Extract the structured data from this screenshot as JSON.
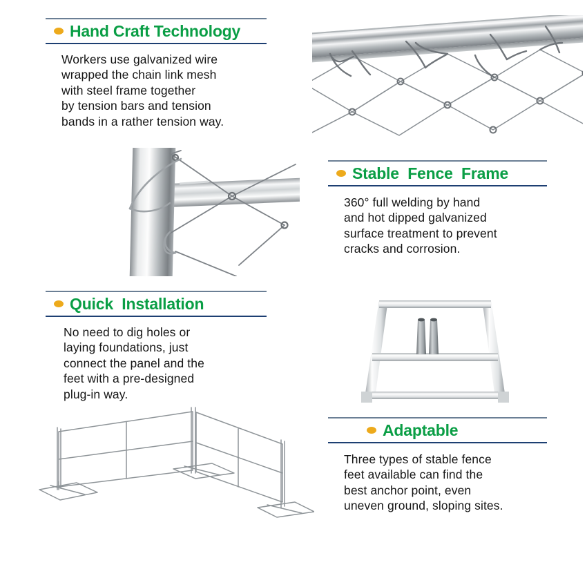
{
  "palette": {
    "heading_green": "#0a9e45",
    "bullet_orange": "#edaa1c",
    "rule_top_gray_blue": "#6b7f95",
    "rule_bottom_navy": "#1d3f72",
    "body_text": "#161616",
    "background": "#ffffff",
    "metal_light": "#f2f3f4",
    "metal_mid": "#b9bdc0",
    "metal_dark": "#6e7377",
    "line_art": "#8d9296"
  },
  "features": [
    {
      "id": "hand-craft",
      "bullet": "bullet-dot-icon",
      "title": "Hand Craft Technology",
      "body": "Workers use galvanized wire\nwrapped the chain link mesh\nwith steel frame together\nby tension bars and tension\nbands in a rather tension way."
    },
    {
      "id": "stable-frame",
      "bullet": "bullet-dot-icon",
      "title": "Stable  Fence  Frame",
      "body": "360° full welding by hand\nand hot dipped galvanized\nsurface treatment to prevent\ncracks and corrosion."
    },
    {
      "id": "quick-install",
      "bullet": "bullet-dot-icon",
      "title": "Quick  Installation",
      "body": "No need to dig holes or\nlaying foundations, just\nconnect the panel and the\nfeet with a pre-designed\nplug-in way."
    },
    {
      "id": "adaptable",
      "bullet": "bullet-dot-icon",
      "title": "Adaptable",
      "body": "Three types of stable fence\nfeet available can find the\nbest anchor point, even\nuneven ground, sloping sites."
    }
  ],
  "photos": [
    {
      "id": "mesh-top",
      "name": "chain-link-mesh-on-top-rail-photo",
      "alt": "Galvanized top rail tube with chain link mesh wire wrapped and tied around it"
    },
    {
      "id": "weld-joint",
      "name": "welded-tube-joint-photo",
      "alt": "Welded T joint of vertical post and horizontal rail with chain link mesh"
    },
    {
      "id": "fence-foot",
      "name": "fence-foot-base-photo",
      "alt": "Trapezoidal galvanized fence foot base frame with two upright sockets"
    },
    {
      "id": "fence-line",
      "name": "temporary-fence-panels-drawing",
      "alt": "Line drawing of temporary fence panels arranged in an L with plug-in feet"
    }
  ]
}
